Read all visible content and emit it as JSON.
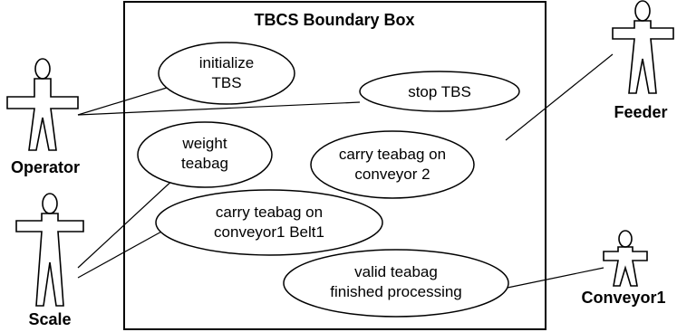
{
  "diagram": {
    "boundary_title": "TBCS Boundary Box",
    "use_cases": {
      "initialize": [
        "initialize",
        "TBS"
      ],
      "stop": [
        "stop TBS"
      ],
      "weight": [
        "weight",
        "teabag"
      ],
      "conveyor2": [
        "carry teabag on",
        "conveyor 2"
      ],
      "conveyor1": [
        "carry teabag on",
        "conveyor1 Belt1"
      ],
      "valid": [
        "valid teabag",
        "finished processing"
      ]
    },
    "actors": {
      "operator": "Operator",
      "scale": "Scale",
      "feeder": "Feeder",
      "conveyor1": "Conveyor1"
    }
  }
}
